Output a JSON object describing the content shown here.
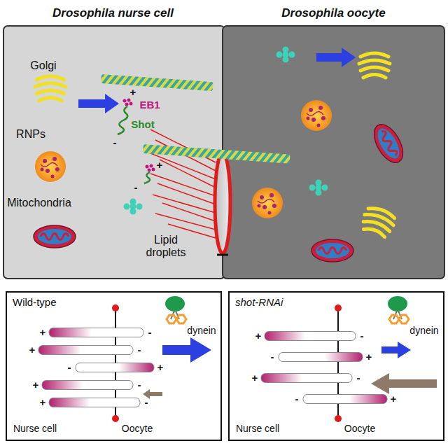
{
  "diagram": {
    "nodes": [
      {
        "text": [
          "Drosophila nurse cell"
        ]
      },
      {
        "text": [
          "Drosophila oocyte"
        ]
      },
      {
        "text": [
          "Wild-type"
        ]
      },
      {
        "text": [
          "shot-RNAi"
        ]
      }
    ],
    "labels": [
      "Golgi",
      "RNPs",
      "Mitochondria",
      "Lipid droplets",
      "EB1",
      "Shot",
      "+",
      "-",
      "+",
      "-",
      "dynein",
      "+",
      "-",
      "+",
      "-",
      "-",
      "+",
      "+",
      "-",
      "+",
      "-",
      "Nurse cell",
      "Oocyte",
      "dynein",
      "+",
      "-",
      "-",
      "+",
      "+",
      "-",
      "-",
      "+",
      "Nurse cell",
      "Oocyte"
    ]
  }
}
